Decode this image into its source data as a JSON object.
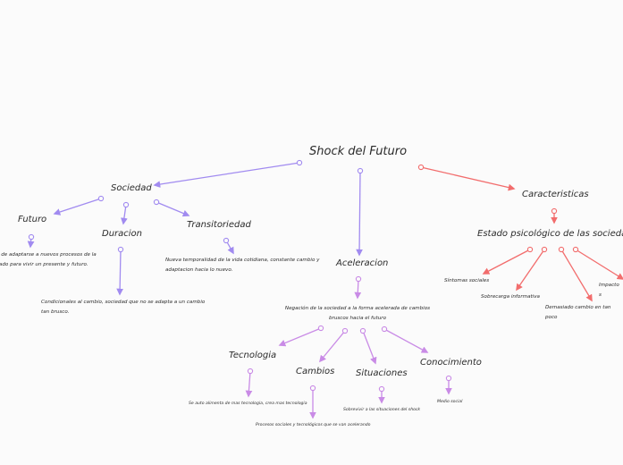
{
  "colors": {
    "purple": "#a18bf0",
    "violet": "#c98be6",
    "coral": "#f26d6d"
  },
  "nodes": {
    "root": "Shock del Futuro",
    "sociedad": "Sociedad",
    "futuro": "Futuro",
    "futuro_desc": "o de adaptarse a nuevos procesos de la zado para vivir un presente y futuro.",
    "duracion": "Duracion",
    "duracion_desc": "Condicionales al cambio, sociedad que no se adapta a un cambio tan brusco.",
    "transitoriedad": "Transitoriedad",
    "transitoriedad_desc": "Nueva temporalidad de la vida cotidiana, constante cambio y adaptacion hacia lo nuevo.",
    "aceleracion": "Aceleracion",
    "aceleracion_desc": "Negación de la sociedad a la forma acelerada de cambios bruscos hacia el futuro",
    "tecnologia": "Tecnologia",
    "tecnologia_desc": "Se auto alimenta de mas tecnologia, crea mas tecnologia",
    "cambios": "Cambios",
    "cambios_desc": "Procesos sociales y tecnológicos que se van acelerando",
    "situaciones": "Situaciones",
    "situaciones_desc": "Sobrevivir a las situaciones del shock",
    "conocimiento": "Conocimiento",
    "conocimiento_desc": "Medio social",
    "caracteristicas": "Caracteristicas",
    "estado": "Estado psicológico de las sociedades",
    "sintomas": "Síntomas sociales",
    "sobrecarga": "Sobrecarga informativa",
    "demasiado": "Demasiado cambio en tan poco",
    "impacto": "Impacto s"
  }
}
